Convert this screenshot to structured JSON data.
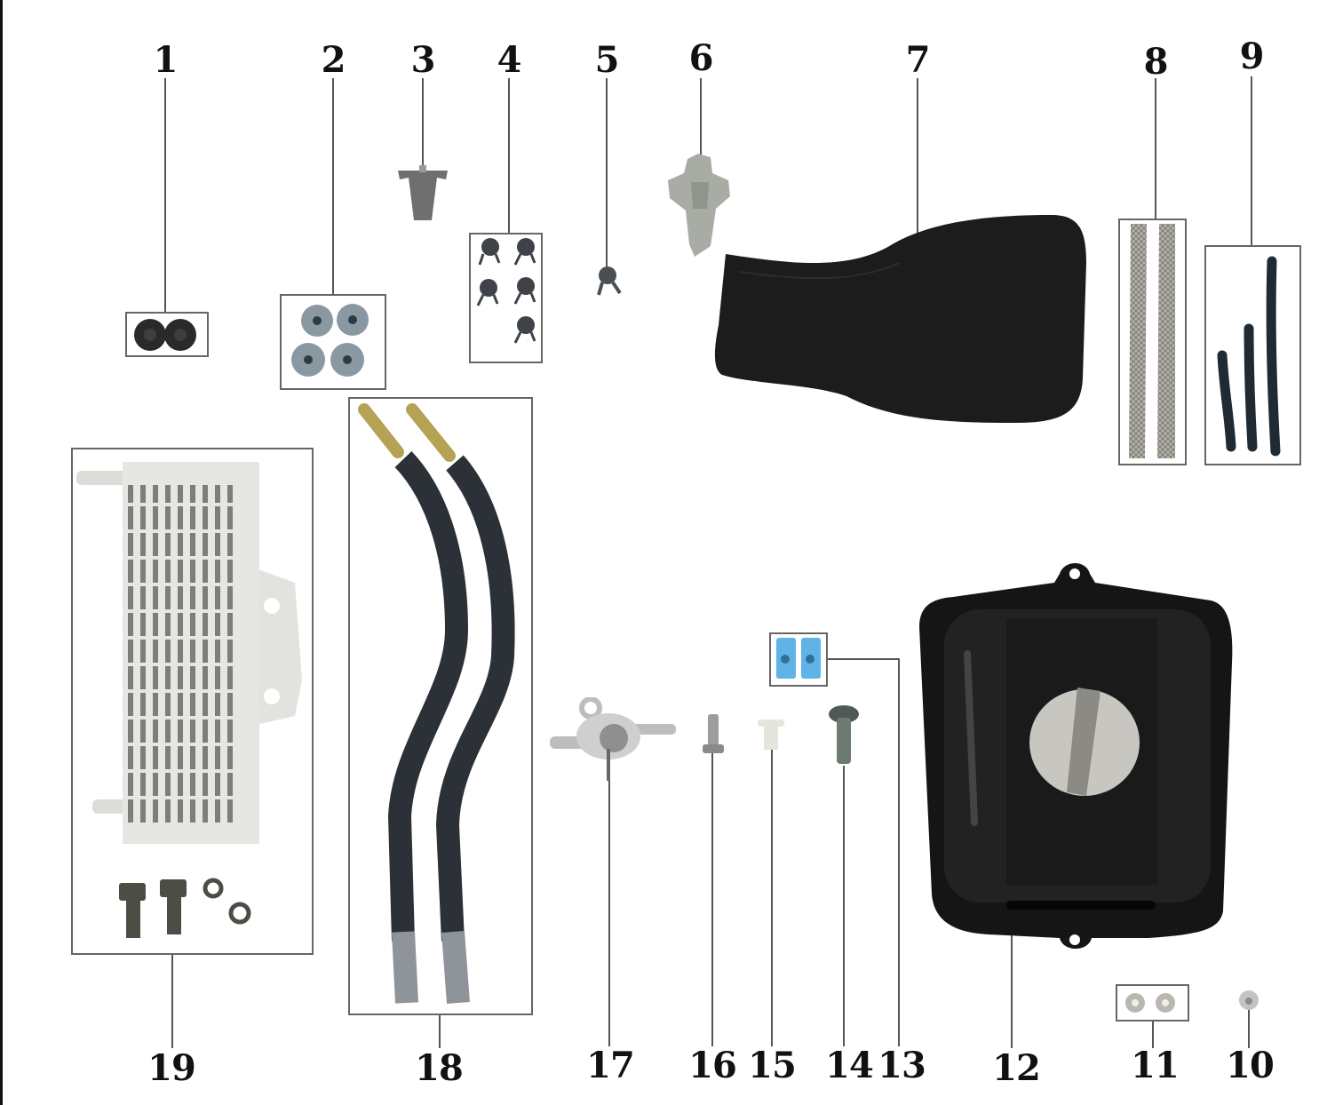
{
  "diagram": {
    "type": "exploded-parts",
    "callouts": [
      {
        "id": "1",
        "label": "1"
      },
      {
        "id": "2",
        "label": "2"
      },
      {
        "id": "3",
        "label": "3"
      },
      {
        "id": "4",
        "label": "4"
      },
      {
        "id": "5",
        "label": "5"
      },
      {
        "id": "6",
        "label": "6"
      },
      {
        "id": "7",
        "label": "7"
      },
      {
        "id": "8",
        "label": "8"
      },
      {
        "id": "9",
        "label": "9"
      },
      {
        "id": "10",
        "label": "10"
      },
      {
        "id": "11",
        "label": "11"
      },
      {
        "id": "12",
        "label": "12"
      },
      {
        "id": "13",
        "label": "13"
      },
      {
        "id": "14",
        "label": "14"
      },
      {
        "id": "15",
        "label": "15"
      },
      {
        "id": "16",
        "label": "16"
      },
      {
        "id": "17",
        "label": "17"
      },
      {
        "id": "18",
        "label": "18"
      },
      {
        "id": "19",
        "label": "19"
      }
    ],
    "parts": [
      {
        "callout": "1",
        "icon": "rubber-grommet-pair-icon",
        "qty_shown": 2
      },
      {
        "callout": "2",
        "icon": "flange-nut-set-icon",
        "qty_shown": 4
      },
      {
        "callout": "3",
        "icon": "plastic-clip-icon",
        "qty_shown": 1
      },
      {
        "callout": "4",
        "icon": "hose-clamp-set-icon",
        "qty_shown": 5
      },
      {
        "callout": "5",
        "icon": "small-clip-icon",
        "qty_shown": 1
      },
      {
        "callout": "6",
        "icon": "fuel-filter-icon",
        "qty_shown": 1
      },
      {
        "callout": "7",
        "icon": "seat-icon",
        "qty_shown": 1
      },
      {
        "callout": "8",
        "icon": "mesh-sleeve-pair-icon",
        "qty_shown": 2
      },
      {
        "callout": "9",
        "icon": "fuel-hose-set-icon",
        "qty_shown": 3
      },
      {
        "callout": "10",
        "icon": "washer-icon",
        "qty_shown": 1
      },
      {
        "callout": "11",
        "icon": "nut-pair-icon",
        "qty_shown": 2
      },
      {
        "callout": "12",
        "icon": "fuel-tank-icon",
        "qty_shown": 1
      },
      {
        "callout": "13",
        "icon": "speed-nut-pair-icon",
        "qty_shown": 2
      },
      {
        "callout": "14",
        "icon": "flange-bolt-icon",
        "qty_shown": 1
      },
      {
        "callout": "15",
        "icon": "plastic-rivet-icon",
        "qty_shown": 1
      },
      {
        "callout": "16",
        "icon": "pin-bolt-icon",
        "qty_shown": 1
      },
      {
        "callout": "17",
        "icon": "fuel-valve-icon",
        "qty_shown": 1
      },
      {
        "callout": "18",
        "icon": "oil-cooler-hose-pair-icon",
        "qty_shown": 2
      },
      {
        "callout": "19",
        "icon": "oil-cooler-icon",
        "qty_shown": 1
      }
    ],
    "colors": {
      "line": "#555555",
      "box": "#666666",
      "label": "#111111",
      "dark_part": "#1c1c1c",
      "metal": "#c9c9c9"
    }
  }
}
